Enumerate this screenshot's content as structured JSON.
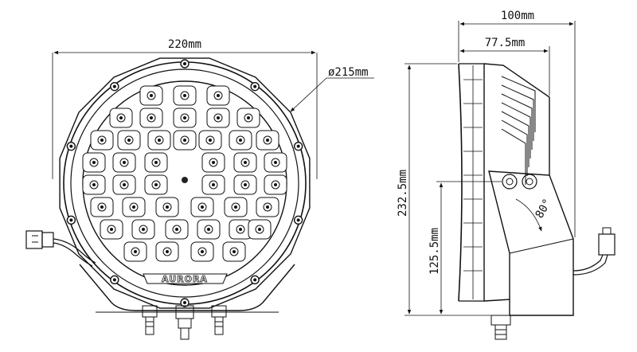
{
  "front_view": {
    "width_label": "220mm",
    "diameter_label": "ø215mm",
    "brand_label": "AURORA"
  },
  "side_view": {
    "depth_total_label": "100mm",
    "depth_body_label": "77.5mm",
    "height_total_label": "232.5mm",
    "bracket_height_label": "125.5mm",
    "tilt_angle_label": "80°"
  },
  "colors": {
    "line": "#111111",
    "background": "#ffffff"
  }
}
